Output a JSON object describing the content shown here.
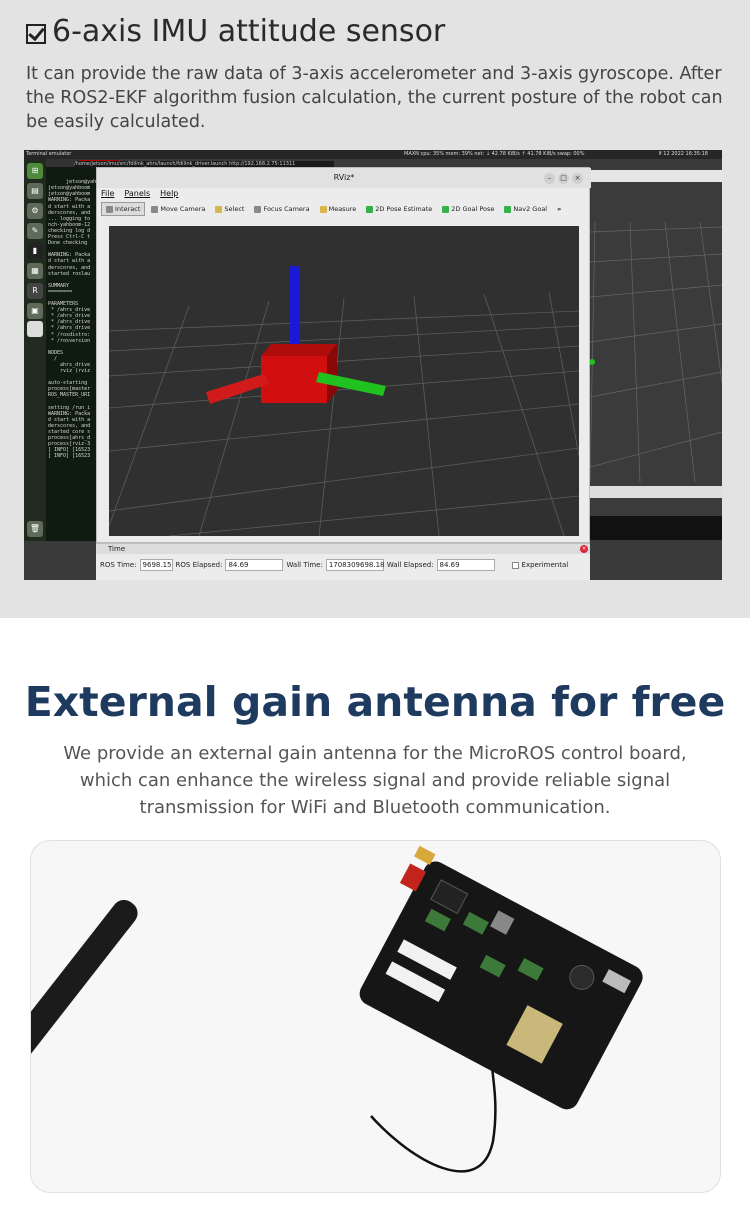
{
  "section1": {
    "title": "6-axis IMU attitude sensor",
    "description": "It can provide the raw data of 3-axis accelerometer and 3-axis gyroscope. After the ROS2-EKF algorithm fusion calculation, the current posture of the robot can be easily calculated."
  },
  "screenshot": {
    "terminal_label": "Terminal emulator",
    "terminal_path": "/home/jetson/imu/src/fdilink_ahrs/launch/fdilink_driver.launch http://192.168.2.75:11311",
    "status_left": "MAXN  cpu: 35% mem: 39% net: ↓ 42.78 KiB/s ↑ 41.78 KiB/s swap: 00%",
    "status_right": "lf 12 2022 16:35:18",
    "terminal_lines": "jetson@yahboom\njetson@yahboom\njetson@yahboom\nWARNING: Packa\nd start with a\nderscores, and\n... logging to\nnch-yahboom-12\nchecking log d\nPress Ctrl-C t\nDone checking\n\nWARNING: Packa\nd start with a\nderscores, and\nstarted roslau\n\nSUMMARY\n========\n\nPARAMETERS\n * /ahrs_drive\n * /ahrs_drive\n * /ahrs_drive\n * /ahrs_drive\n * /rosdistro:\n * /rosversion\n\nNODES\n  /\n    ahrs_drive\n    rviz (rviz\n\nauto-starting\nprocess[master\nROS_MASTER_URI\n\nsetting /run_i\nWARNING: Packa\nd start with a\nderscores, and\nstarted core s\nprocess[ahrs_d\nprocess[rviz-3\n[ INFO] [16523\n[ INFO] [16523",
    "rviz": {
      "title": "RViz*",
      "menus": [
        "File",
        "Panels",
        "Help"
      ],
      "tools": [
        {
          "label": "Interact",
          "icon": "hand-icon"
        },
        {
          "label": "Move Camera",
          "icon": "move-camera-icon"
        },
        {
          "label": "Select",
          "icon": "select-icon"
        },
        {
          "label": "Focus Camera",
          "icon": "focus-camera-icon"
        },
        {
          "label": "Measure",
          "icon": "measure-icon"
        },
        {
          "label": "2D Pose Estimate",
          "icon": "pose-estimate-icon"
        },
        {
          "label": "2D Goal Pose",
          "icon": "goal-pose-icon"
        },
        {
          "label": "Nav2 Goal",
          "icon": "nav-goal-icon"
        }
      ],
      "more": "»",
      "axis_colors": {
        "x": "#d11a1a",
        "y": "#1fc21f",
        "z": "#1a1ad6",
        "box": "#d10f0f"
      }
    },
    "time_panel": {
      "title": "Time",
      "ros_time_label": "ROS Time:",
      "ros_time_value": "9698.15",
      "ros_elapsed_label": "ROS Elapsed:",
      "ros_elapsed_value": "84.69",
      "wall_time_label": "Wall Time:",
      "wall_time_value": "1708309698.18",
      "wall_elapsed_label": "Wall Elapsed:",
      "wall_elapsed_value": "84.69",
      "experimental_label": "Experimental"
    }
  },
  "section2": {
    "title": "External gain antenna for free",
    "description": "We provide an external gain antenna for the MicroROS control board, which can enhance the wireless signal and provide reliable signal transmission for WiFi and Bluetooth communication."
  }
}
